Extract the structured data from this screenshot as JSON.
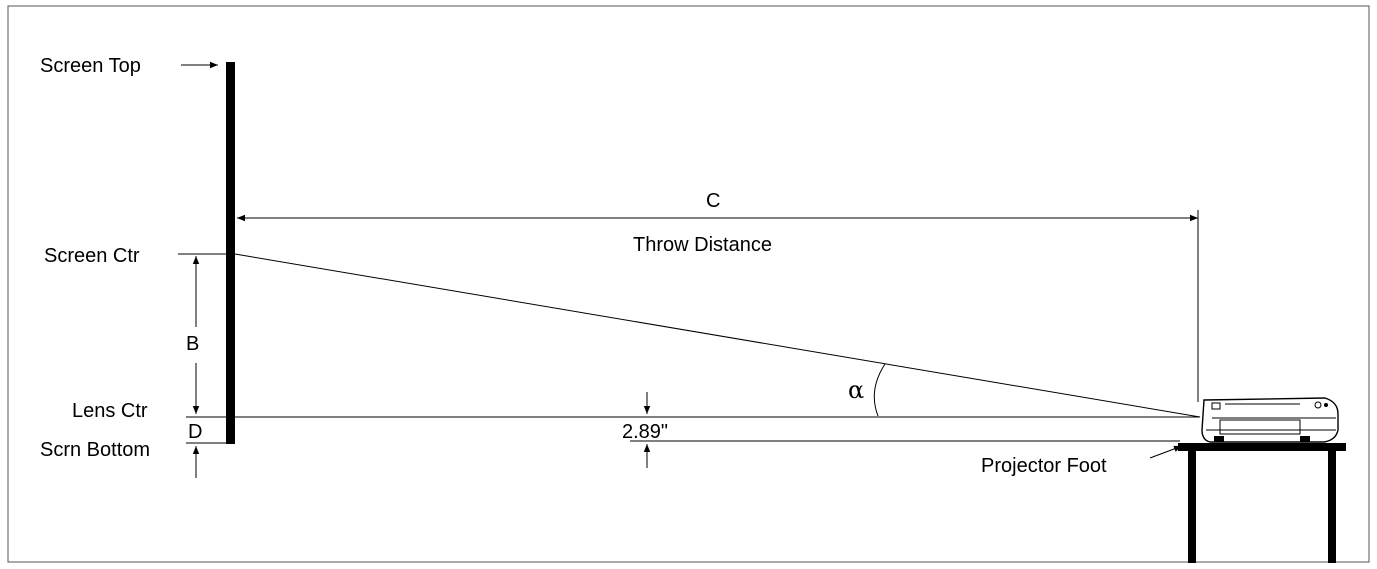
{
  "labels": {
    "screen_top": "Screen Top",
    "screen_ctr": "Screen Ctr",
    "lens_ctr": "Lens Ctr",
    "scrn_bottom": "Scrn Bottom",
    "b": "B",
    "d": "D",
    "c": "C",
    "throw_distance": "Throw Distance",
    "alpha": "α",
    "offset": "2.89\"",
    "projector_foot": "Projector Foot"
  }
}
